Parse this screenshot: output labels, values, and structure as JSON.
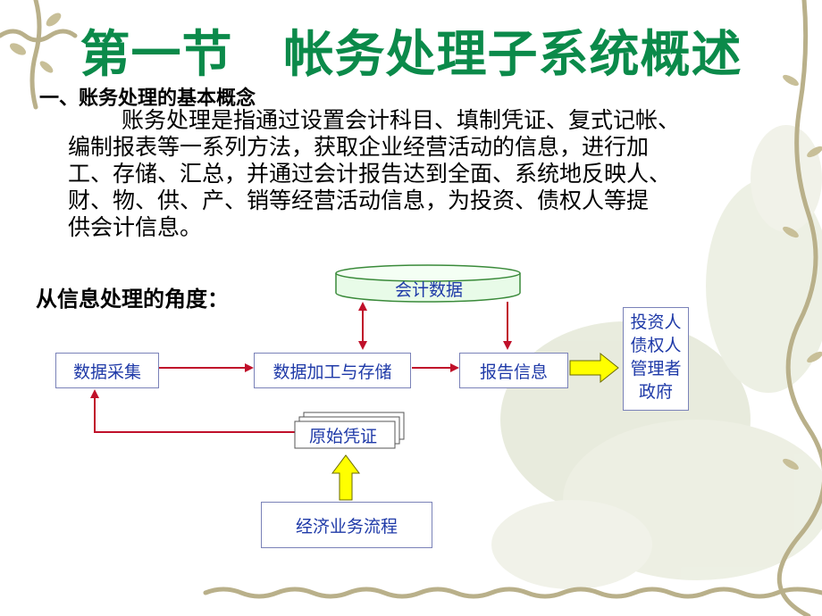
{
  "slide": {
    "title": "第一节　帐务处理子系统概述",
    "subtitle": "一、账务处理的基本概念",
    "paragraph_lines": [
      "账务处理是指通过设置会计科目、填制凭证、复式记帐、",
      "编制报表等一系列方法，获取企业经营活动的信息，进行加",
      "工、存储、汇总，并通过会计报告达到全面、系统地反映人、",
      "财、物、供、产、销等经营活动信息，为投资、债权人等提",
      "供会计信息。"
    ],
    "section_label": "从信息处理的角度："
  },
  "diagram": {
    "accounting_data": "会计数据",
    "data_collection": "数据采集",
    "data_processing": "数据加工与存储",
    "report_info": "报告信息",
    "original_voucher": "原始凭证",
    "business_process": "经济业务流程",
    "recipients": [
      "投资人",
      "债权人",
      "管理者",
      "政府"
    ]
  },
  "colors": {
    "title": "#0b8a4a",
    "box_text": "#1f3aa8",
    "arrow_red": "#c0102a",
    "arrow_yellow": "#ffff00"
  }
}
